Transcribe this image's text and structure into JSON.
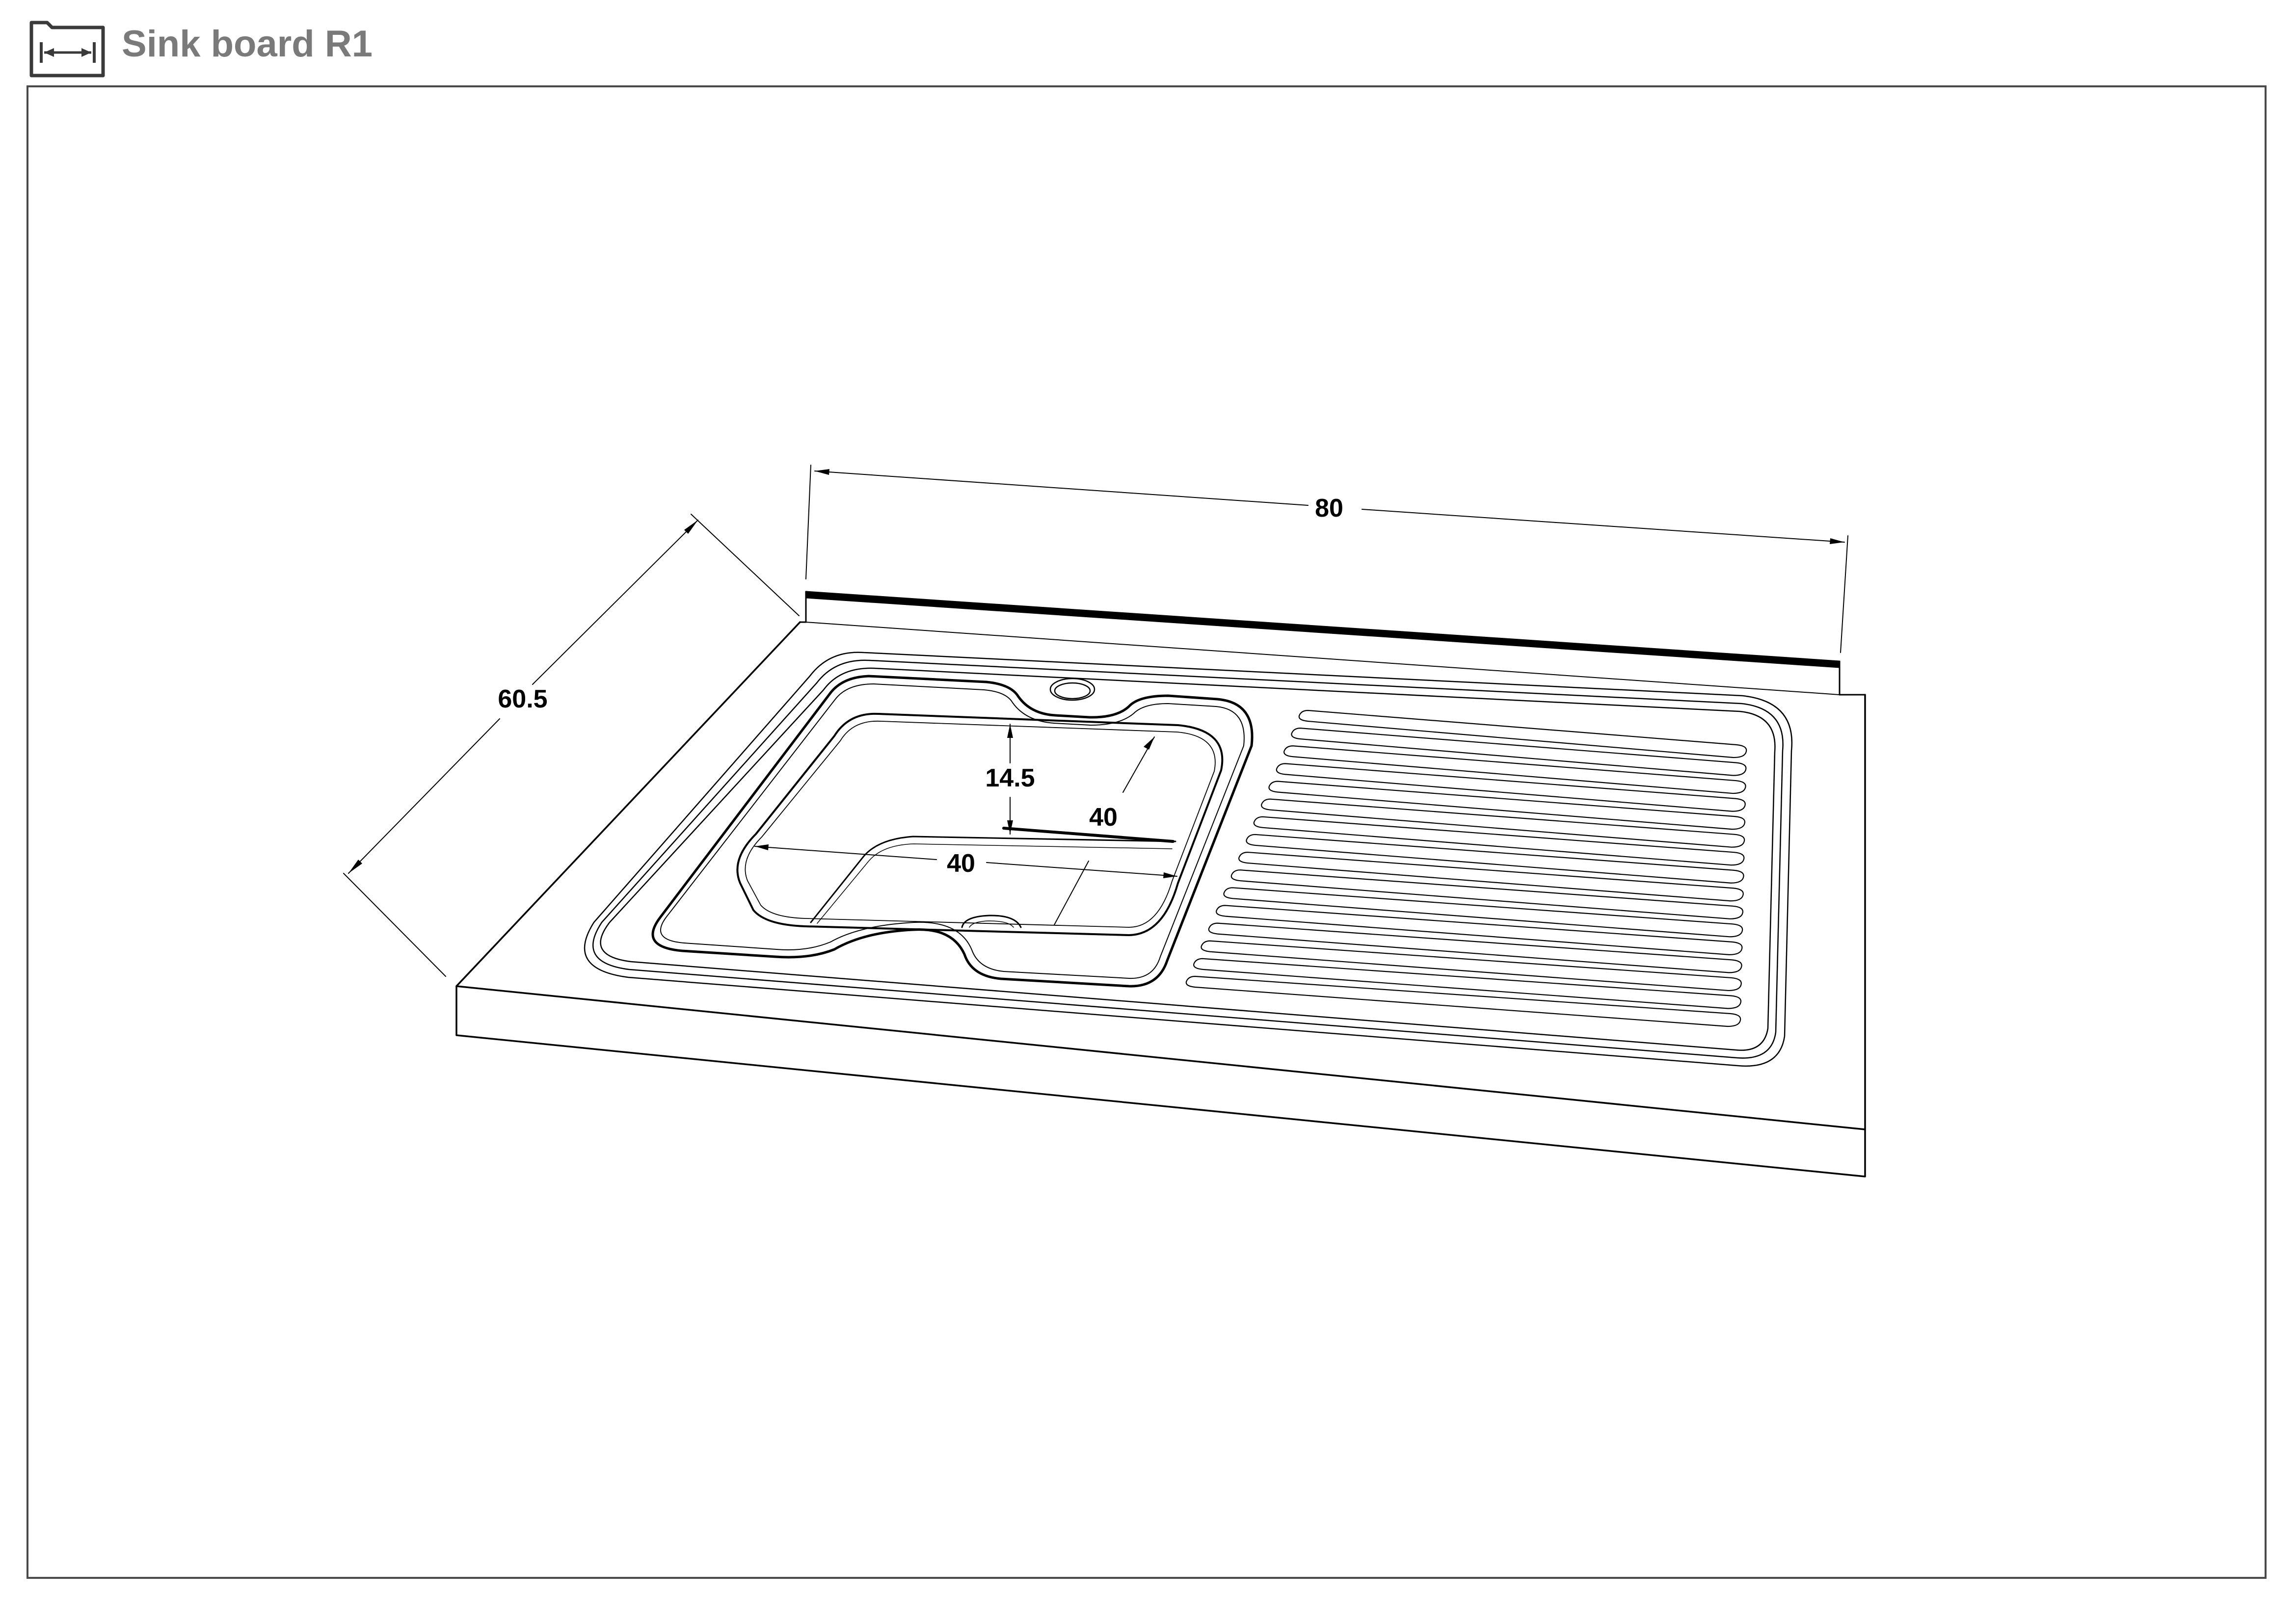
{
  "header": {
    "title": "Sink board R1",
    "icon": "dimension-drawing-icon"
  },
  "dimensions": {
    "width": "80",
    "depth": "60.5",
    "bowl_depth": "14.5",
    "bowl_length": "40",
    "bowl_width": "40"
  },
  "colors": {
    "line": "#000000",
    "frame": "#4a4a4a",
    "title": "#7a7a7a"
  }
}
